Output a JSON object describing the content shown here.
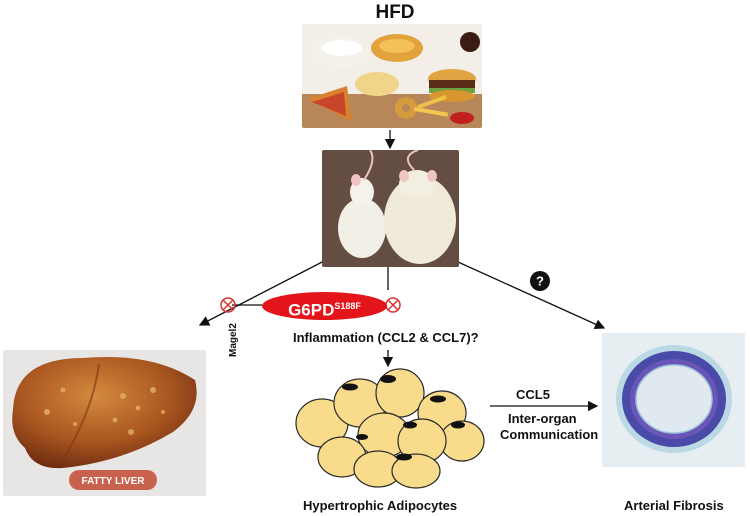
{
  "title": "HFD",
  "images": {
    "food": "junk-food-photo",
    "mice": "obese-vs-lean-mice-photo",
    "liver": "fatty-liver-photo",
    "artery": "arterial-section-photo"
  },
  "liver_badge": "FATTY LIVER",
  "g6pd": {
    "main": "G6PD",
    "sup": "S188F"
  },
  "magel2": "Magel2",
  "inflammation": "Inflammation (CCL2 & CCL7)?",
  "unknown_marker": "?",
  "ccl5": {
    "title": "CCL5",
    "line1": "Inter-organ",
    "line2": "Communication"
  },
  "captions": {
    "adipocytes": "Hypertrophic Adipocytes",
    "fibrosis": "Arterial Fibrosis"
  },
  "colors": {
    "g6pd_red": "#e4141b",
    "inhibit_red": "#d7352f",
    "adipocyte_fill": "#f8dc8c",
    "artery_blue": "#4a4aa8"
  }
}
